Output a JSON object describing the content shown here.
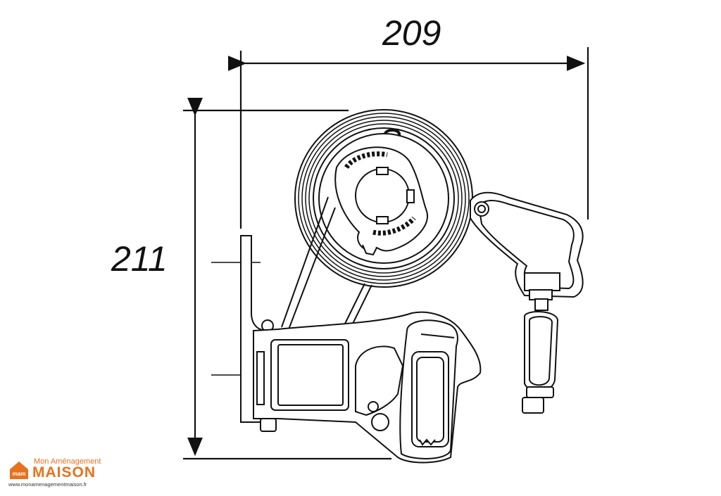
{
  "dimensions": {
    "width_label": "209",
    "height_label": "211"
  },
  "logo": {
    "line1": "Mon Aménagement",
    "line2": "MAISON",
    "url": "www.monamenagementmaison.fr",
    "house_text": "mam",
    "color": "#e8711c"
  },
  "colors": {
    "line": "#111111",
    "background": "#ffffff"
  }
}
